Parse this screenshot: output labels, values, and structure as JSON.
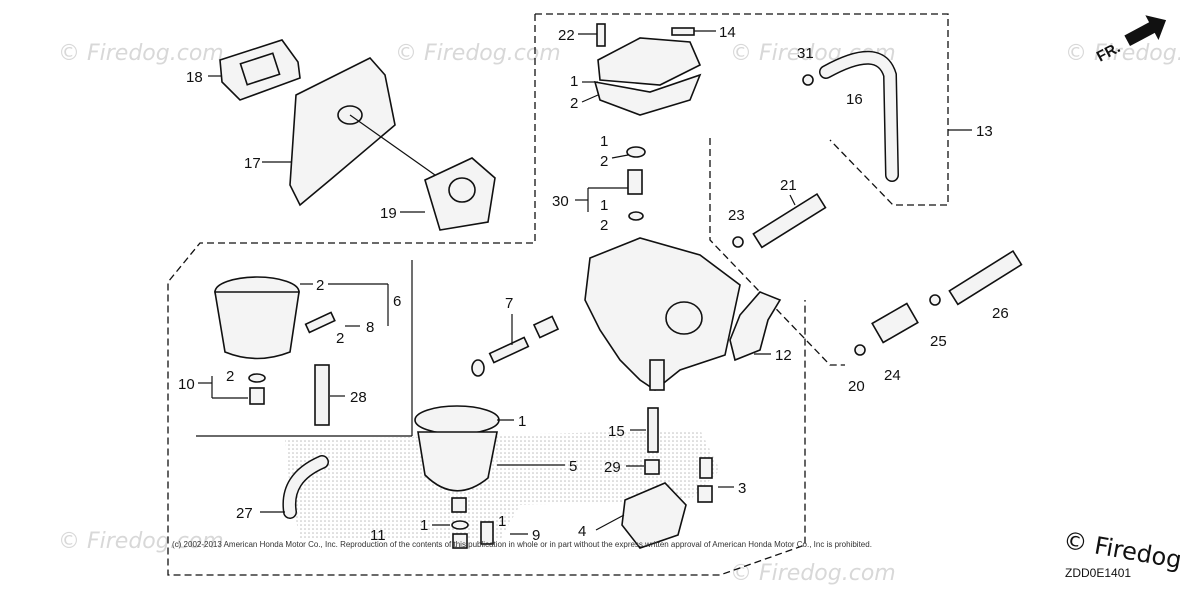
{
  "diagram": {
    "callouts": [
      "1",
      "2",
      "3",
      "4",
      "5",
      "6",
      "7",
      "8",
      "9",
      "10",
      "11",
      "12",
      "13",
      "14",
      "15",
      "16",
      "17",
      "18",
      "19",
      "20",
      "21",
      "22",
      "23",
      "24",
      "25",
      "26",
      "27",
      "28",
      "29",
      "30",
      "31"
    ],
    "direction_label": "FR.",
    "watermark": "© Firedog.com",
    "copyright": "(c) 2002-2013 American Honda Motor Co., Inc. Reproduction of the contents of this publication in whole or in part without the express written approval of American Honda Motor Co., Inc is prohibited.",
    "brand": "© Firedog",
    "diagram_code": "ZDD0E1401",
    "colors": {
      "ink": "#111111",
      "paper": "#ffffff",
      "watermark": "#d8d8d8",
      "stipple": "#bdbdbd"
    }
  }
}
